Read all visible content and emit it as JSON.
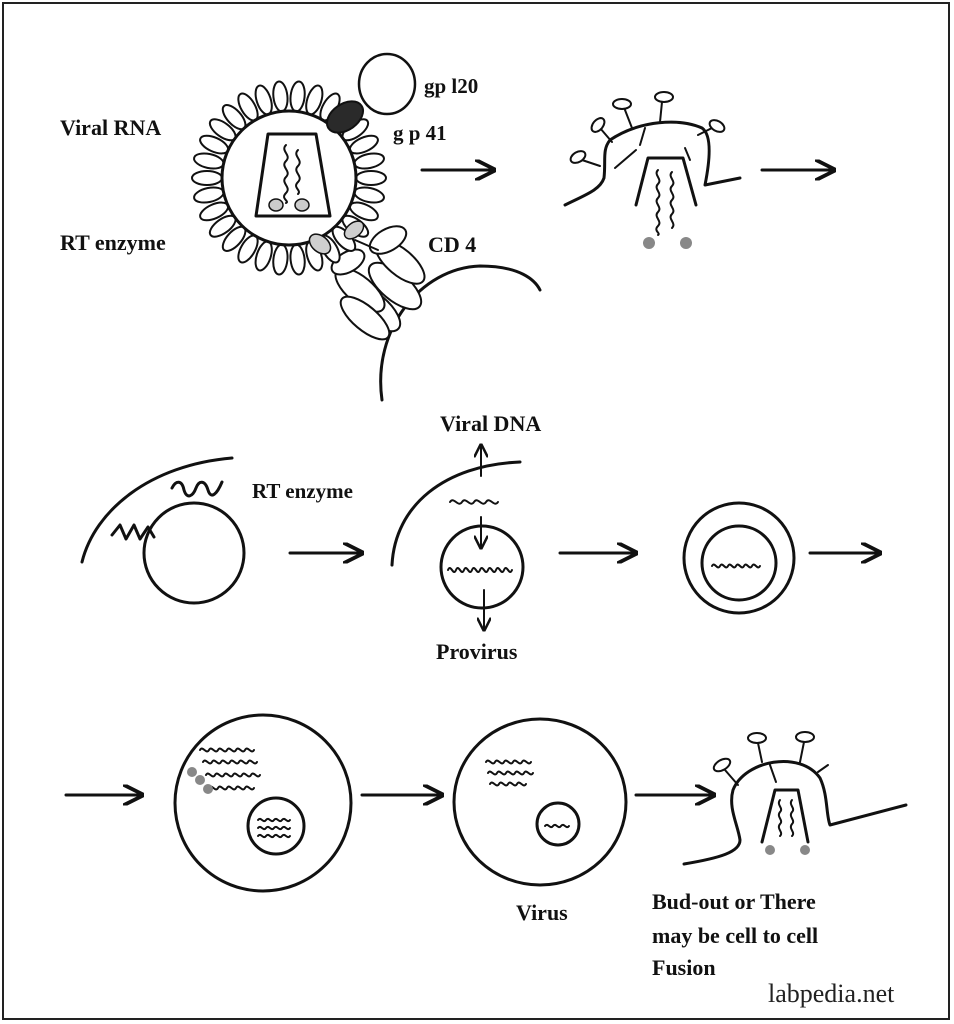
{
  "labels": {
    "gp120": "gp l20",
    "gp41": "g p 41",
    "viral_rna": "Viral  RNA",
    "rt_enzyme_top": "RT enzyme",
    "cd4": "CD 4",
    "viral_dna": "Viral  DNA",
    "rt_enzyme_mid": "RT enzyme",
    "provirus": "Provirus",
    "virus": "Virus",
    "bud_line1": "Bud-out or There",
    "bud_line2": "may be cell to cell",
    "bud_line3": "Fusion"
  },
  "watermark": "labpedia.net",
  "colors": {
    "ink": "#111111",
    "gp41_fill": "#2a2a2a",
    "rt_fill": "#cfcfcf",
    "dot_fill": "#888888"
  }
}
